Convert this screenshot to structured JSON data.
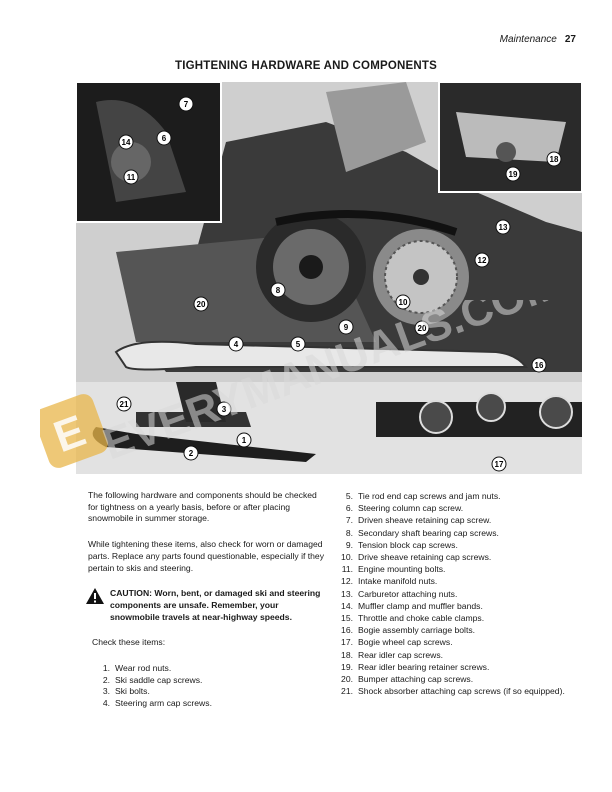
{
  "header": {
    "section": "Maintenance",
    "page": "27"
  },
  "title": "TIGHTENING HARDWARE AND COMPONENTS",
  "figure": {
    "callouts": [
      "7",
      "6",
      "14",
      "11",
      "18",
      "19",
      "13",
      "12",
      "8",
      "9",
      "10",
      "20",
      "20",
      "4",
      "5",
      "16",
      "21",
      "3",
      "2",
      "1",
      "17"
    ]
  },
  "watermark": "EVERYMANUALS.COM",
  "intro": [
    "The following hardware and components should be checked for tightness on a yearly basis, before or after placing snowmobile in summer storage.",
    "While tightening these items, also check for worn or damaged parts. Replace any parts found questionable, especially if they pertain to skis and steering."
  ],
  "caution": "CAUTION: Worn, bent, or damaged ski and steering components are unsafe. Remember, your snowmobile travels at near-highway speeds.",
  "check_heading": "Check these items:",
  "items_left": [
    {
      "num": "1.",
      "text": "Wear rod nuts."
    },
    {
      "num": "2.",
      "text": "Ski saddle cap screws."
    },
    {
      "num": "3.",
      "text": "Ski bolts."
    },
    {
      "num": "4.",
      "text": "Steering arm cap screws."
    }
  ],
  "items_right": [
    {
      "num": "5.",
      "text": "Tie rod end cap screws and jam nuts."
    },
    {
      "num": "6.",
      "text": "Steering column cap screw."
    },
    {
      "num": "7.",
      "text": "Driven sheave retaining cap screw."
    },
    {
      "num": "8.",
      "text": "Secondary shaft bearing cap screws."
    },
    {
      "num": "9.",
      "text": "Tension block cap screws."
    },
    {
      "num": "10.",
      "text": "Drive sheave retaining cap screws."
    },
    {
      "num": "11.",
      "text": "Engine mounting bolts."
    },
    {
      "num": "12.",
      "text": "Intake manifold nuts."
    },
    {
      "num": "13.",
      "text": "Carburetor attaching nuts."
    },
    {
      "num": "14.",
      "text": "Muffler clamp and muffler bands."
    },
    {
      "num": "15.",
      "text": "Throttle and choke cable clamps."
    },
    {
      "num": "16.",
      "text": "Bogie assembly carriage bolts."
    },
    {
      "num": "17.",
      "text": "Bogie wheel cap screws."
    },
    {
      "num": "18.",
      "text": "Rear idler cap screws."
    },
    {
      "num": "19.",
      "text": "Rear idler bearing retainer screws."
    },
    {
      "num": "20.",
      "text": "Bumper attaching cap screws."
    },
    {
      "num": "21.",
      "text": "Shock absorber attaching cap screws (if so equipped)."
    }
  ]
}
